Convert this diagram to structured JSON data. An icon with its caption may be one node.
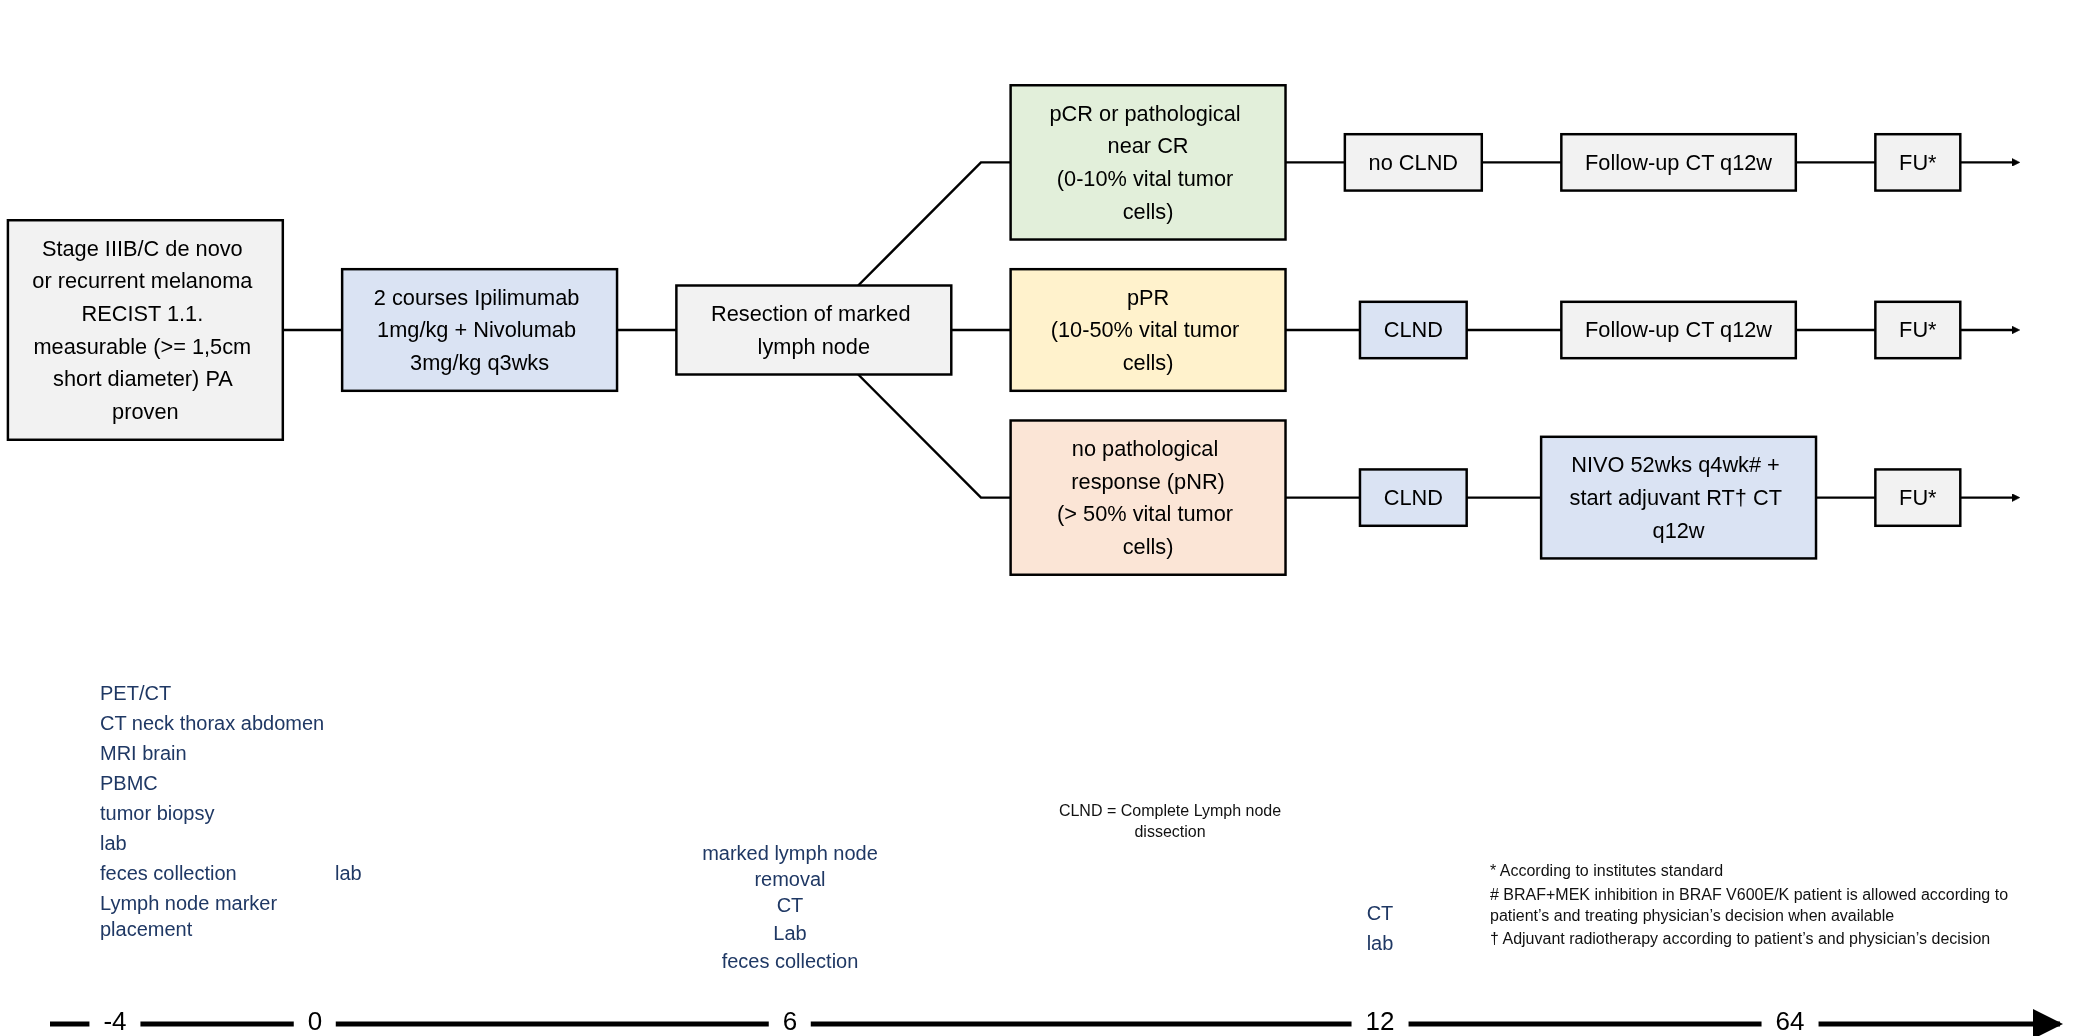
{
  "diagram": {
    "nodes": [
      {
        "text": [
          "Stage IIIB/C de novo or recurrent melanoma RECIST 1.1. measurable (>= 1,5cm short diameter) PA proven"
        ]
      },
      {
        "text": [
          "2 courses Ipilimumab 1mg/kg + Nivolumab 3mg/kg q3wks"
        ]
      },
      {
        "text": [
          "Resection of marked lymph node"
        ]
      },
      {
        "text": [
          "pCR or pathological near CR",
          "(0-10% vital tumor cells)"
        ]
      },
      {
        "text": [
          "no CLND"
        ]
      },
      {
        "text": [
          "Follow-up CT q12w"
        ]
      },
      {
        "text": [
          "FU*"
        ]
      },
      {
        "text": [
          "pPR",
          "(10-50% vital tumor cells)"
        ]
      },
      {
        "text": [
          "CLND"
        ]
      },
      {
        "text": [
          "Follow-up CT q12w"
        ]
      },
      {
        "text": [
          "FU*"
        ]
      },
      {
        "text": [
          "no pathological response (pNR)",
          "(> 50% vital tumor cells)"
        ]
      },
      {
        "text": [
          "CLND"
        ]
      },
      {
        "text": [
          "NIVO 52wks q4wk# + start adjuvant RT† CT q12w"
        ]
      },
      {
        "text": [
          "FU*"
        ]
      }
    ],
    "edges": [
      {
        "from": 0,
        "to": 1,
        "arrow": "none"
      },
      {
        "from": 1,
        "to": 2,
        "arrow": "none"
      },
      {
        "from": 2,
        "to": 3,
        "arrow": "none"
      },
      {
        "from": 2,
        "to": 7,
        "arrow": "none"
      },
      {
        "from": 2,
        "to": 11,
        "arrow": "none"
      },
      {
        "from": 3,
        "to": 4,
        "arrow": "none"
      },
      {
        "from": 4,
        "to": 5,
        "arrow": "none"
      },
      {
        "from": 5,
        "to": 6,
        "arrow": "none"
      },
      {
        "from": 6,
        "to": null,
        "arrow": "to"
      },
      {
        "from": 7,
        "to": 8,
        "arrow": "none"
      },
      {
        "from": 8,
        "to": 9,
        "arrow": "none"
      },
      {
        "from": 9,
        "to": 10,
        "arrow": "none"
      },
      {
        "from": 10,
        "to": null,
        "arrow": "to"
      },
      {
        "from": 11,
        "to": 12,
        "arrow": "none"
      },
      {
        "from": 12,
        "to": 13,
        "arrow": "none"
      },
      {
        "from": 13,
        "to": 14,
        "arrow": "none"
      },
      {
        "from": 14,
        "to": null,
        "arrow": "to"
      }
    ],
    "labels": [
      "PET/CT",
      "CT neck thorax abdomen",
      "MRI brain",
      "PBMC",
      "tumor biopsy",
      "lab",
      "feces collection",
      "lab",
      "Lymph node marker placement",
      "marked lymph node removal",
      "CT",
      "Lab",
      "feces collection",
      "CLND = Complete Lymph node dissection",
      "CT",
      "lab",
      "* According to institutes standard",
      "# BRAF+MEK inhibition in BRAF V600E/K patient is allowed according to patient’s and treating physician’s decision when available",
      "† Adjuvant radiotherapy according to patient’s and physician’s decision",
      "-4",
      "0",
      "6",
      "12",
      "64"
    ]
  }
}
